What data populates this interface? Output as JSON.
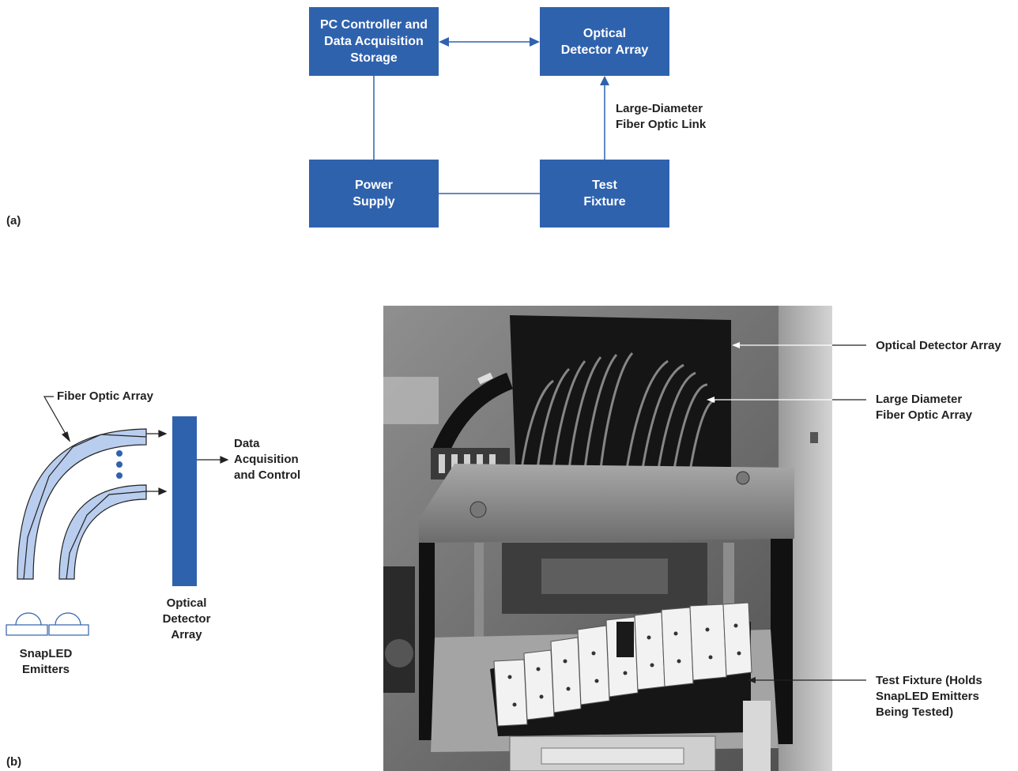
{
  "panel_a": {
    "label": "(a)",
    "boxes": {
      "pc": "PC Controller and\nData Acquisition\nStorage",
      "detector": "Optical\nDetector Array",
      "power": "Power\nSupply",
      "fixture": "Test\nFixture"
    },
    "link_label": "Large-Diameter\nFiber Optic Link",
    "colors": {
      "box": "#2f62ad",
      "line": "#2f62ad"
    }
  },
  "panel_b": {
    "label": "(b)",
    "schematic": {
      "fiber_array_label": "Fiber Optic Array",
      "data_label": "Data\nAcquisition\nand Control",
      "detector_label": "Optical\nDetector\nArray",
      "emitters_label": "SnapLED\nEmitters",
      "colors": {
        "fiber": "#b9cdee",
        "detector": "#2f62ad"
      }
    },
    "photo_callouts": {
      "detector": "Optical Detector Array",
      "fiber": "Large Diameter\nFiber Optic Array",
      "fixture": "Test Fixture (Holds\nSnapLED Emitters\nBeing Tested)"
    }
  }
}
